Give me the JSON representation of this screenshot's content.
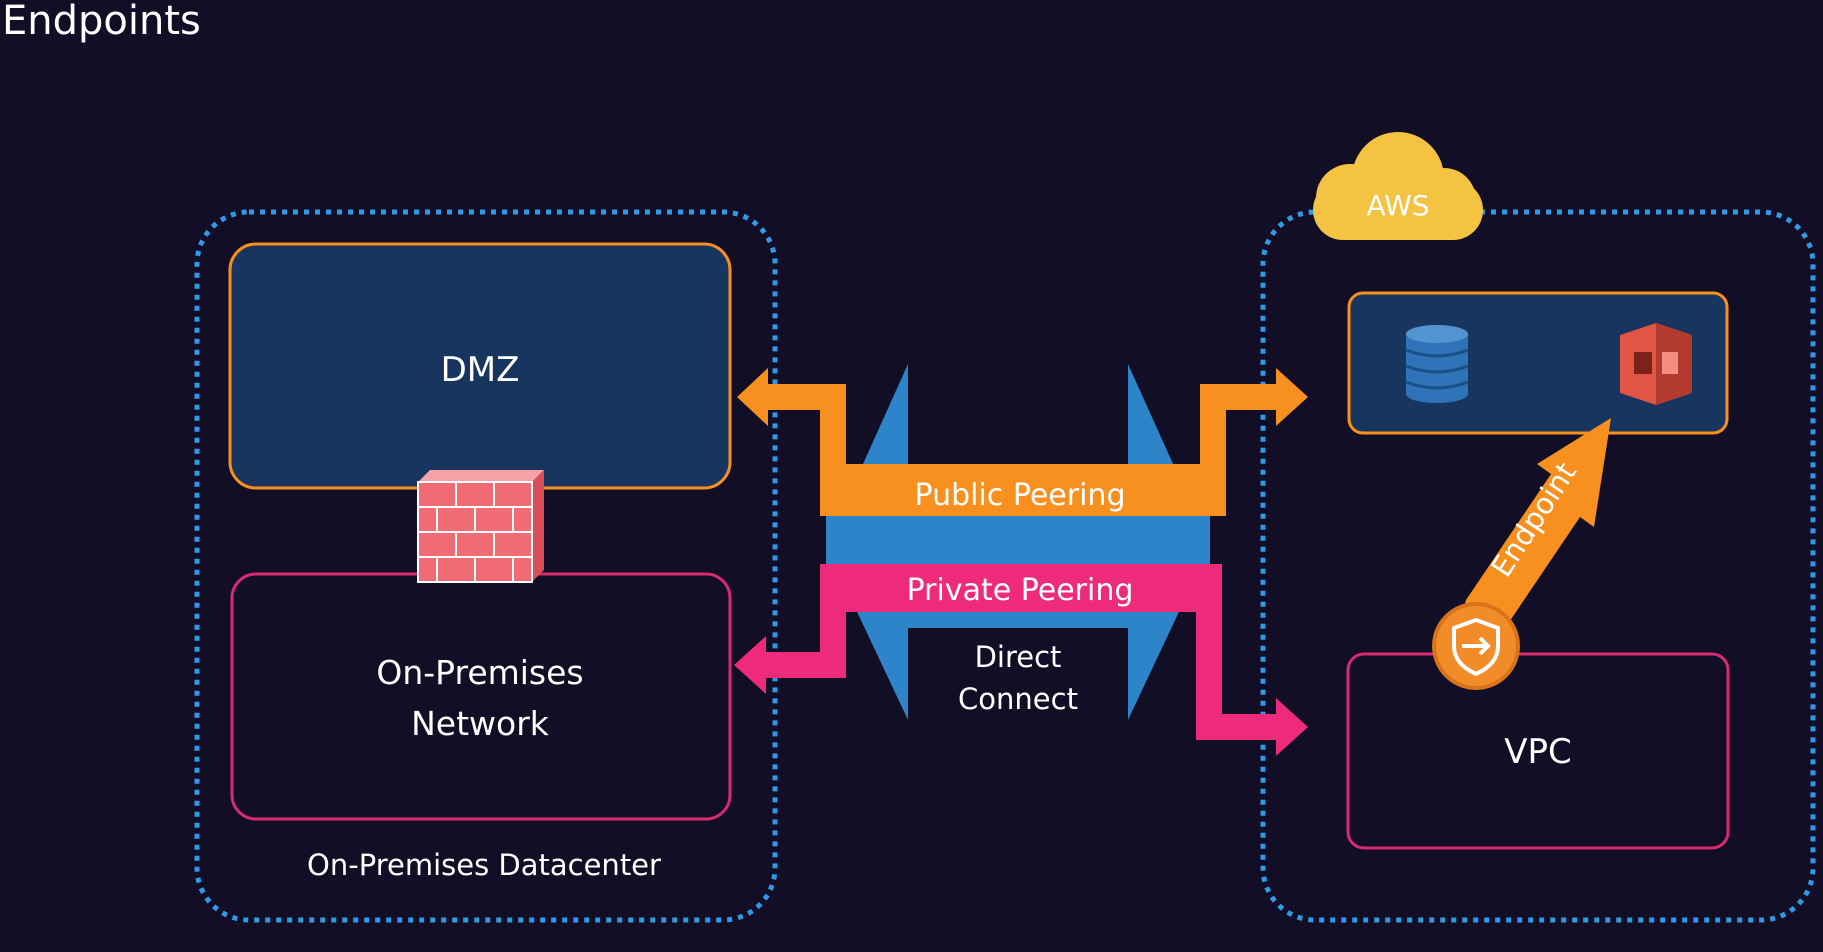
{
  "slide": {
    "title": "Endpoints"
  },
  "datacenter": {
    "caption": "On-Premises Datacenter",
    "dmz_label": "DMZ",
    "network_label_line1": "On-Premises",
    "network_label_line2": "Network",
    "firewall_icon": "firewall-icon"
  },
  "aws": {
    "cloud_label": "AWS",
    "services_icons": [
      "dynamodb-icon",
      "s3-icon"
    ],
    "vpc_label": "VPC",
    "endpoint_label": "Endpoint",
    "endpoint_icon": "vpc-endpoint-icon"
  },
  "connection": {
    "public_label": "Public Peering",
    "private_label": "Private Peering",
    "direct_connect_line1": "Direct",
    "direct_connect_line2": "Connect"
  },
  "colors": {
    "background": "#120e26",
    "container_dotted": "#2f9be8",
    "dmz_fill": "#17355f",
    "orange": "#f7901e",
    "pink": "#ee2a7b",
    "direct_connect_blue": "#2d84c9",
    "cloud_yellow": "#f5c342",
    "firewall": "#f06b74",
    "dynamodb": "#2e73b8",
    "s3": "#e25444"
  }
}
